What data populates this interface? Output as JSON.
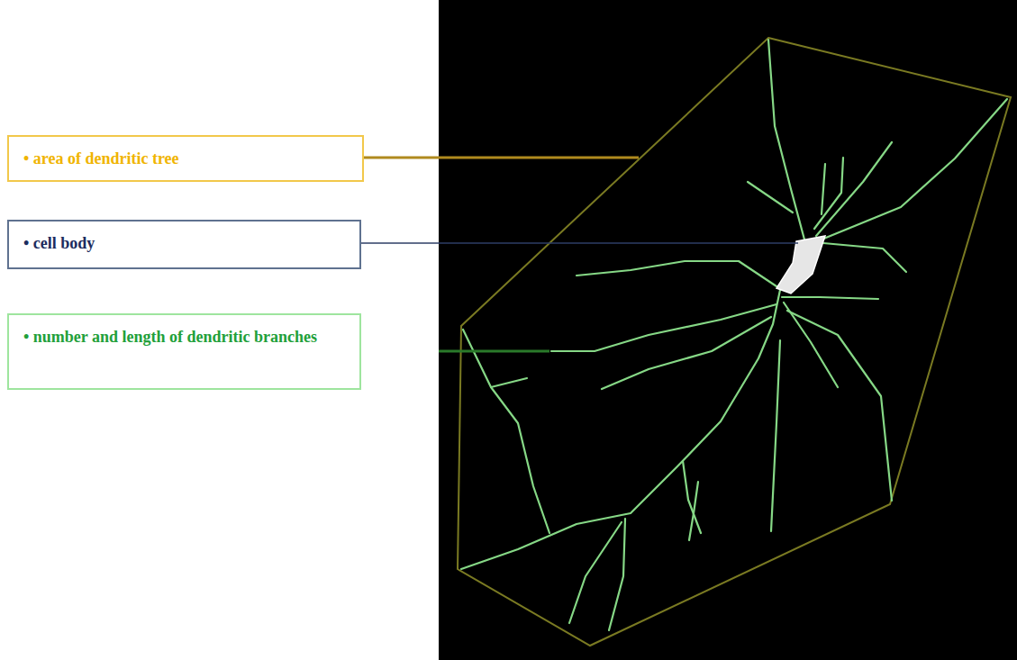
{
  "diagram": {
    "nodes": [
      {
        "text": [
          "• area of dendritic tree"
        ]
      },
      {
        "text": [
          "• cell body"
        ]
      },
      {
        "text": [
          "• number and length of dendritic branches"
        ]
      }
    ]
  }
}
